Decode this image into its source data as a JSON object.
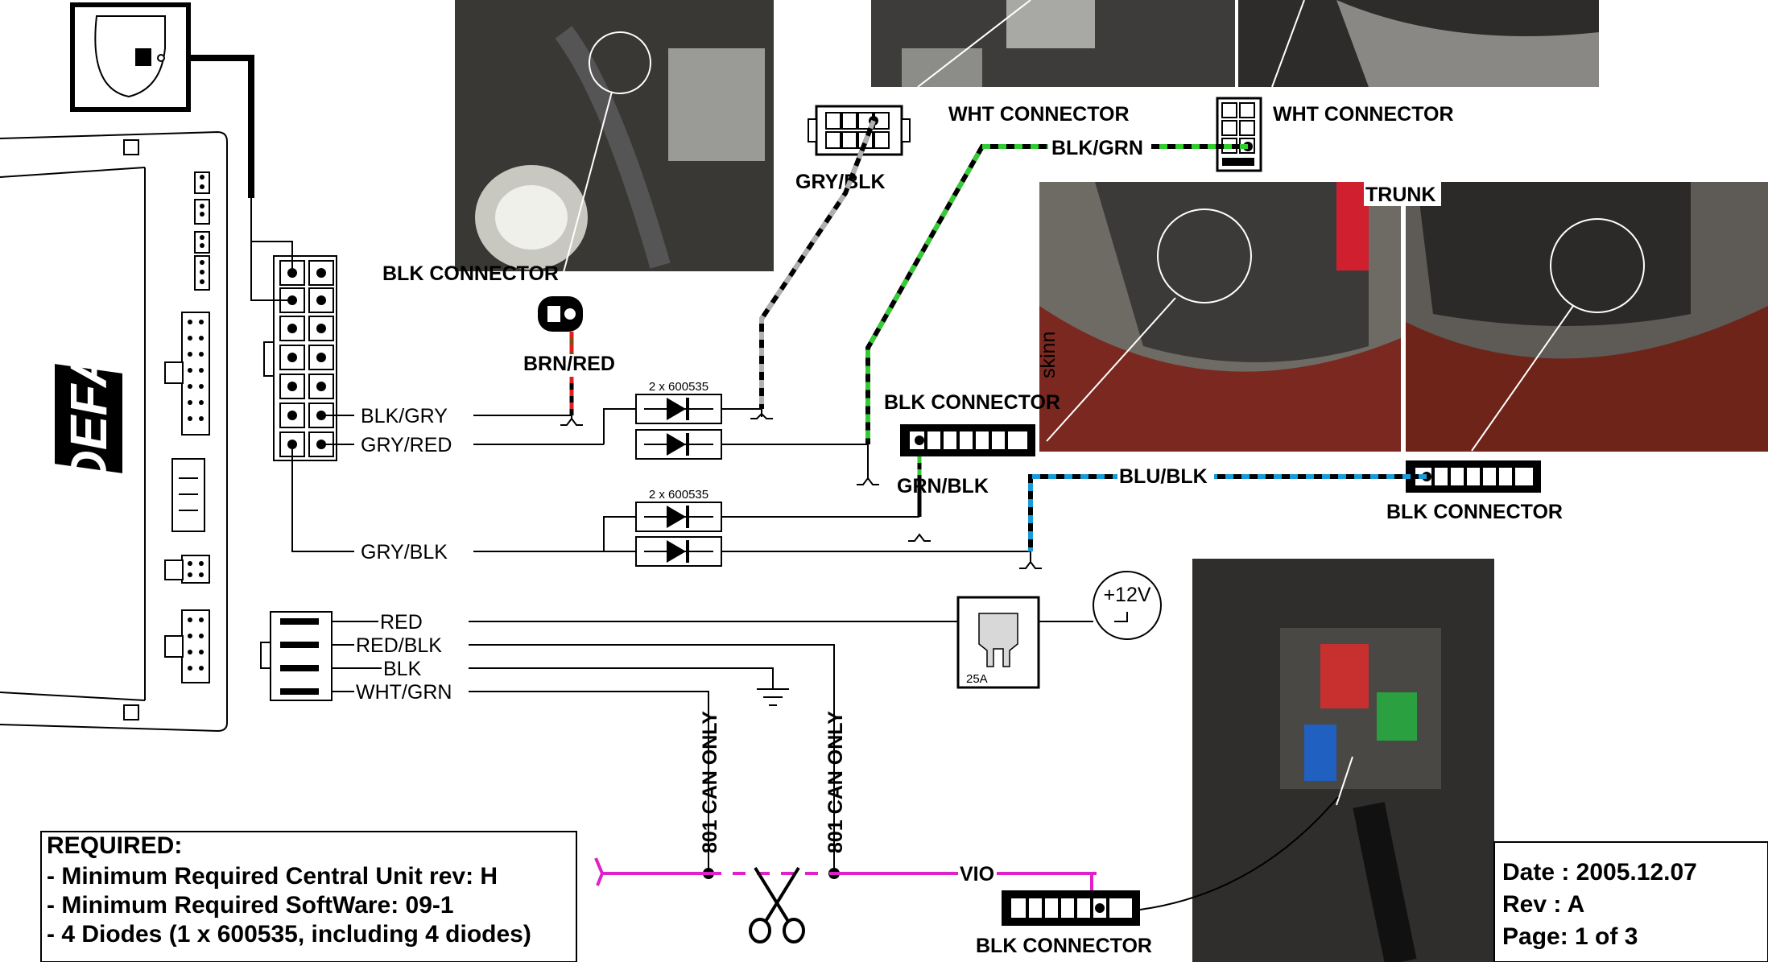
{
  "unit": {
    "logo": "DEFA"
  },
  "wire_labels": {
    "blk_gry": "BLK/GRY",
    "gry_red": "GRY/RED",
    "gry_blk_main": "GRY/BLK",
    "red": "RED",
    "red_blk": "RED/BLK",
    "blk": "BLK",
    "wht_grn": "WHT/GRN",
    "brn_red": "BRN/RED",
    "gry_blk_top": "GRY/BLK",
    "blk_grn": "BLK/GRN",
    "grn_blk": "GRN/BLK",
    "blu_blk": "BLU/BLK",
    "vio": "VIO"
  },
  "connectors": {
    "blk_top": "BLK CONNECTOR",
    "wht_left": "WHT CONNECTOR",
    "wht_right": "WHT CONNECTOR",
    "blk_mid": "BLK CONNECTOR",
    "blk_right": "BLK CONNECTOR",
    "blk_bottom": "BLK CONNECTOR",
    "trunk": "TRUNK"
  },
  "diodes": {
    "pair1": "2 x 600535",
    "pair2": "2 x 600535"
  },
  "fuse": {
    "rating": "25A"
  },
  "power": {
    "label": "+12V"
  },
  "can": {
    "left": "801 CAN ONLY",
    "right": "801 CAN ONLY"
  },
  "photo_watermark": "skinn",
  "required": {
    "title": "REQUIRED:",
    "items": [
      "- Minimum Required Central Unit rev: H",
      "- Minimum Required SoftWare: 09-1",
      "- 4 Diodes (1 x 600535, including 4 diodes)"
    ]
  },
  "doc_info": {
    "date": "Date : 2005.12.07",
    "rev": "Rev  : A",
    "page": "Page: 1 of 3"
  },
  "colors": {
    "green": "#33cc33",
    "grey": "#b0b0b0",
    "blue": "#1a9ad6",
    "magenta": "#e020c8",
    "red": "#e02020",
    "brown": "#8a4a10"
  }
}
